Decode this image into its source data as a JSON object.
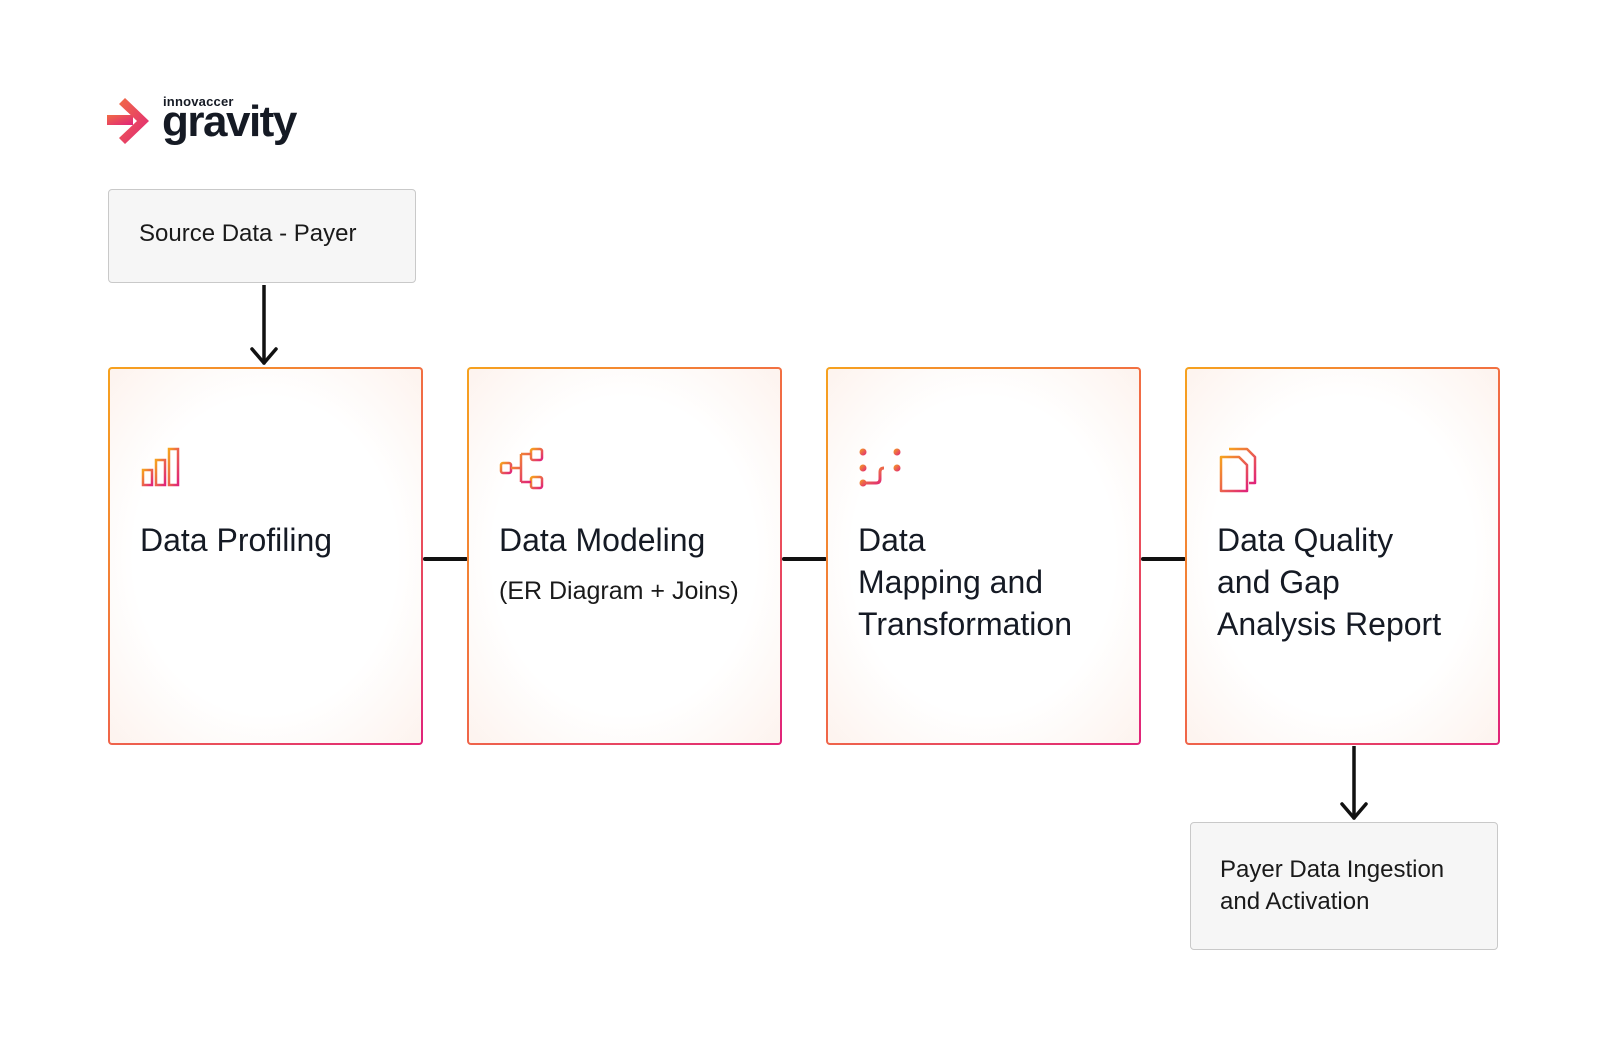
{
  "logo": {
    "brand_small": "innovaccer",
    "brand_large": "gravity",
    "icon": "arrow-chevron-logo-icon",
    "colors": {
      "accent_start": "#f16b45",
      "accent_end": "#e0237b"
    }
  },
  "source_box": {
    "label": "Source Data - Payer"
  },
  "steps": [
    {
      "title": "Data Profiling",
      "subtitle": "",
      "icon": "bar-chart-icon"
    },
    {
      "title": "Data Modeling",
      "subtitle": "(ER Diagram + Joins)",
      "icon": "hierarchy-icon"
    },
    {
      "title": "Data Mapping and Transformation",
      "title_lines": [
        "Data",
        "Mapping and",
        "Transformation"
      ],
      "subtitle": "",
      "icon": "flow-lines-icon"
    },
    {
      "title": "Data Quality and Gap Analysis Report",
      "title_lines": [
        "Data Quality",
        "and Gap",
        "Analysis Report"
      ],
      "subtitle": "",
      "icon": "documents-icon"
    }
  ],
  "output_box": {
    "lines": [
      "Payer Data Ingestion",
      "and Activation"
    ]
  },
  "colors": {
    "gradient_start": "#f6a21e",
    "gradient_mid": "#f16b45",
    "gradient_end": "#e0237b",
    "connector": "#111111",
    "gray_box_bg": "#f6f6f6"
  }
}
